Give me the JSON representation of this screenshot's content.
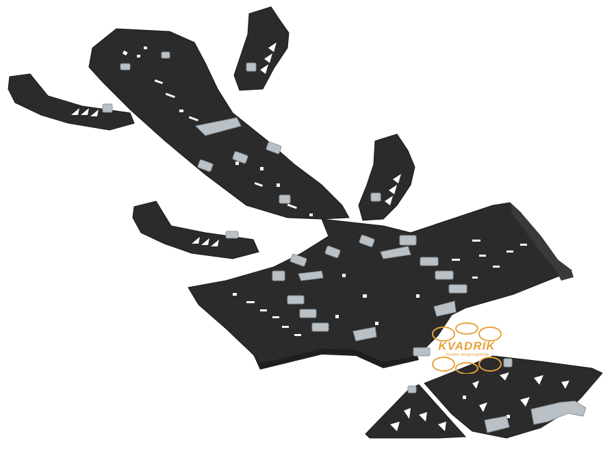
{
  "image": {
    "subject": "skid plate set",
    "background_color": "#ffffff",
    "plate_color": "#2b2b2b",
    "bracket_color": "#b9c0c6"
  },
  "watermark": {
    "brand": "KVADRIK",
    "tagline": "ТЮНИНГ КВАДРОЦИКЛОВ",
    "color": "#e7a23a"
  }
}
